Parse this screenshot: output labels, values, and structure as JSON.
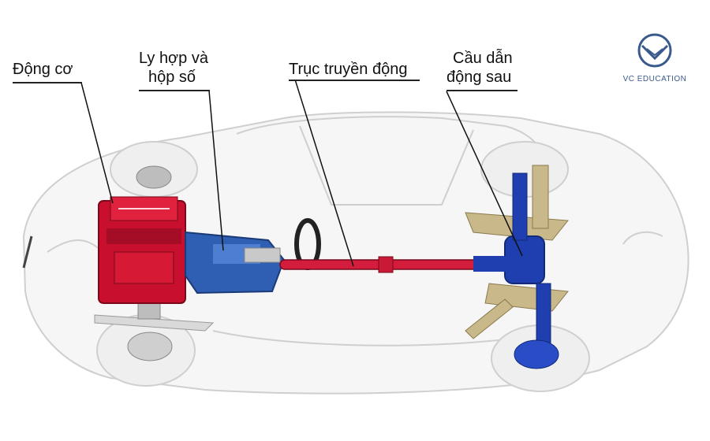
{
  "labels": {
    "engine": "Động cơ",
    "clutch_line1": "Ly hợp và",
    "clutch_line2": "hộp số",
    "driveshaft": "Trục truyền động",
    "rear_axle_line1": "Cầu dẫn",
    "rear_axle_line2": "động sau"
  },
  "logo": {
    "text": "VC EDUCATION",
    "icon": "vc-education-logo-icon"
  },
  "colors": {
    "engine": "#c8102e",
    "transmission": "#2f5fb3",
    "driveshaft": "#d41c3c",
    "rear_axle": "#1f3fb0",
    "suspension": "#c9b98a",
    "car_outline": "#c9c9c9",
    "logo": "#3b5a8c"
  }
}
